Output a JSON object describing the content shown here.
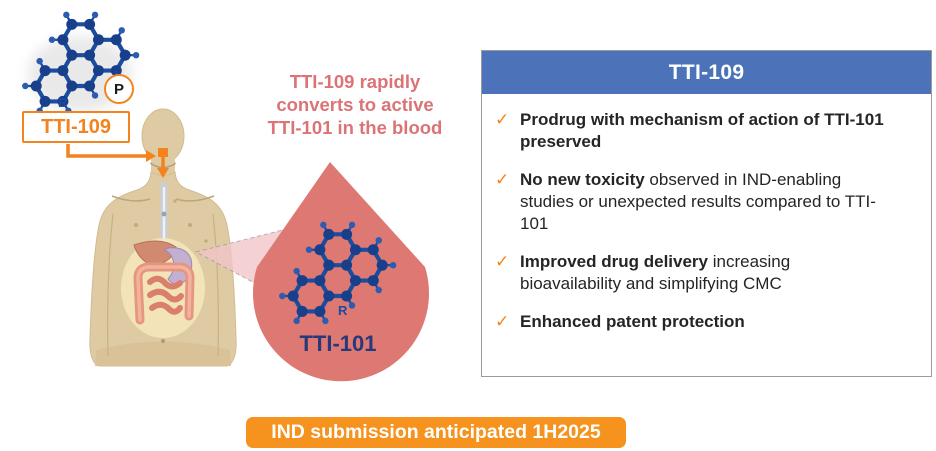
{
  "colors": {
    "accent_orange": "#F4831F",
    "banner_orange": "#F6921E",
    "header_blue": "#4C73B9",
    "drop_red": "#DE7872",
    "wedge_pink": "#F2C6C9",
    "conversion_pink": "#DB7377",
    "label_navy": "#28397B",
    "molecule_blue": "#1C4C9E",
    "atom_blue": "#173F8C",
    "body_tan": "#DFCBA3",
    "bullet_text": "#252525",
    "panel_border": "#9B9B9B"
  },
  "illustration": {
    "compound_label": "TTI-109",
    "phosphate_label": "P",
    "r_group_label": "R",
    "conversion_text": [
      "TTI-109 rapidly",
      "converts to active",
      "TTI-101 in the blood"
    ],
    "drop_compound_label": "TTI-101"
  },
  "panel": {
    "title": "TTI-109",
    "check_glyph": "✓",
    "bullets": [
      {
        "bold": "Prodrug with mechanism of action of TTI-101 preserved",
        "rest": ""
      },
      {
        "bold": "No new toxicity",
        "rest": " observed in IND-enabling studies or unexpected results compared to TTI-101"
      },
      {
        "bold": "Improved drug delivery",
        "rest": " increasing bioavailability and simplifying CMC"
      },
      {
        "bold": "Enhanced patent protection",
        "rest": ""
      }
    ]
  },
  "banner": {
    "text": "IND submission anticipated 1H2025"
  }
}
